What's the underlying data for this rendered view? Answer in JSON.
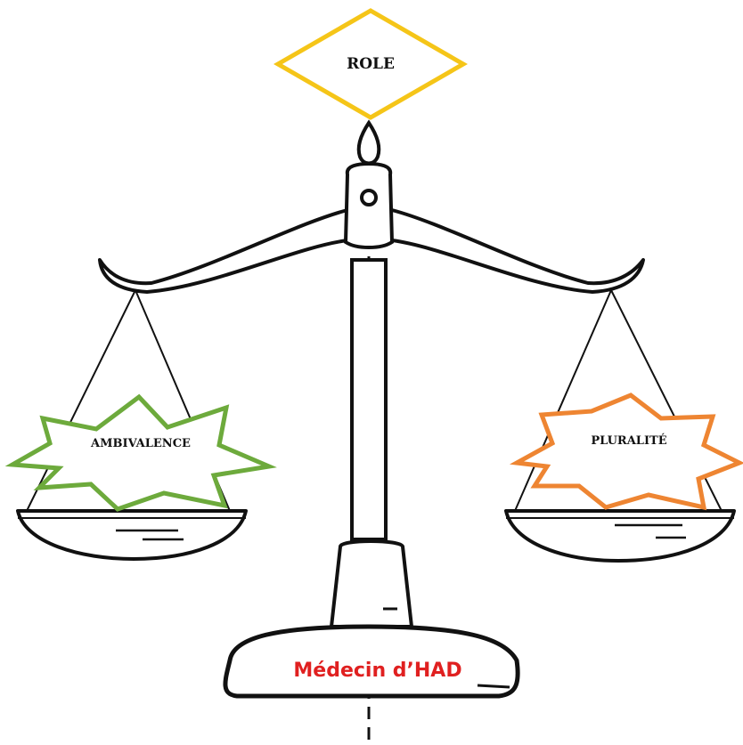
{
  "diagram": {
    "top_label": "ROLE",
    "left_label": "AMBIVALENCE",
    "right_label": "PLURALITÉ",
    "base_label": "Médecin d’HAD"
  },
  "colors": {
    "top_diamond": "#F5C518",
    "left_star": "#6DAA3C",
    "right_star": "#EE8532",
    "base_label": "#E02020",
    "ink": "#111111"
  }
}
